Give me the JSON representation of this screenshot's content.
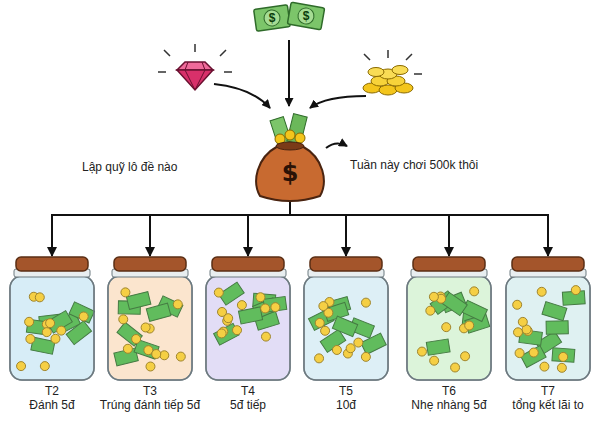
{
  "diagram": {
    "nodes": [
      {
        "text": [
          "$"
        ]
      },
      {
        "text": [
          "T2",
          "Đánh 5đ"
        ]
      },
      {
        "text": [
          "T3",
          "Trúng đánh tiếp 5đ"
        ]
      },
      {
        "text": [
          "T4",
          "5đ tiếp"
        ]
      },
      {
        "text": [
          "T5",
          "10đ"
        ]
      },
      {
        "text": [
          "T6",
          "Nhẹ nhàng 5đ"
        ]
      },
      {
        "text": [
          "T7",
          "tổng kết lãi to"
        ]
      }
    ],
    "edges": [
      {
        "from": 0,
        "to": 1,
        "arrow": "to"
      },
      {
        "from": 0,
        "to": 2,
        "arrow": "to"
      },
      {
        "from": 0,
        "to": 3,
        "arrow": "to"
      },
      {
        "from": 0,
        "to": 4,
        "arrow": "to"
      },
      {
        "from": 0,
        "to": 5,
        "arrow": "to"
      },
      {
        "from": 0,
        "to": 6,
        "arrow": "to"
      }
    ],
    "labels": [
      "$",
      "$",
      "Lập quỹ lô đề nào",
      "Tuần này chơi 500k thôi"
    ]
  }
}
